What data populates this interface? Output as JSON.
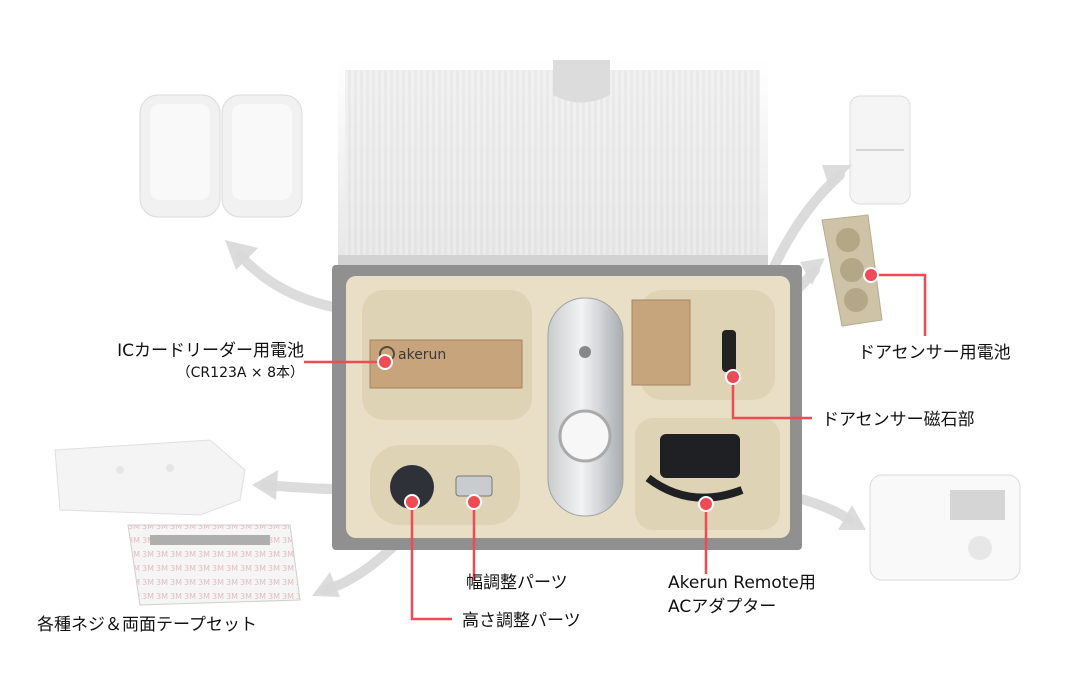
{
  "brand": {
    "logo_text": "akerun"
  },
  "accent_color": "#ee4b55",
  "labels": {
    "ic_battery": "ICカードリーダー用電池",
    "ic_battery_sub": "（CR123A × 8本）",
    "door_sensor_battery": "ドアセンサー用電池",
    "door_sensor_magnet": "ドアセンサー磁石部",
    "screws_tape": "各種ネジ＆両面テープセット",
    "width_parts": "幅調整パーツ",
    "height_parts": "高さ調整パーツ",
    "remote_line1": "Akerun Remote用",
    "remote_line2": "ACアダプター"
  }
}
